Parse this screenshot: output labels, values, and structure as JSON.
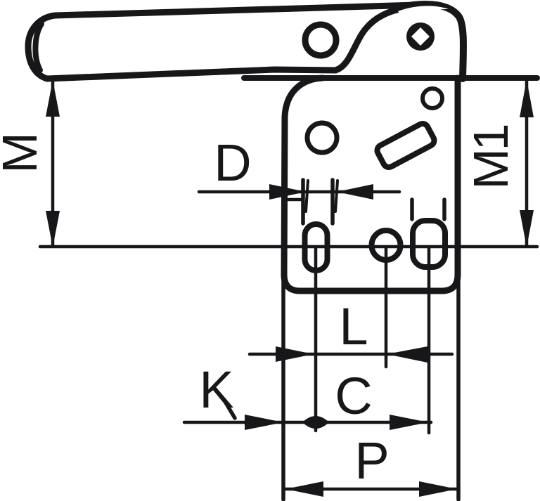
{
  "figure": {
    "kind": "technical-drawing",
    "subject": "vertical toggle clamp side view with dimension callouts",
    "background_color": "#ffffff",
    "line_color": "#17171a"
  },
  "labels": {
    "m": "M",
    "m1": "M1",
    "d": "D",
    "l": "L",
    "c": "C",
    "k": "K",
    "p": "P"
  }
}
